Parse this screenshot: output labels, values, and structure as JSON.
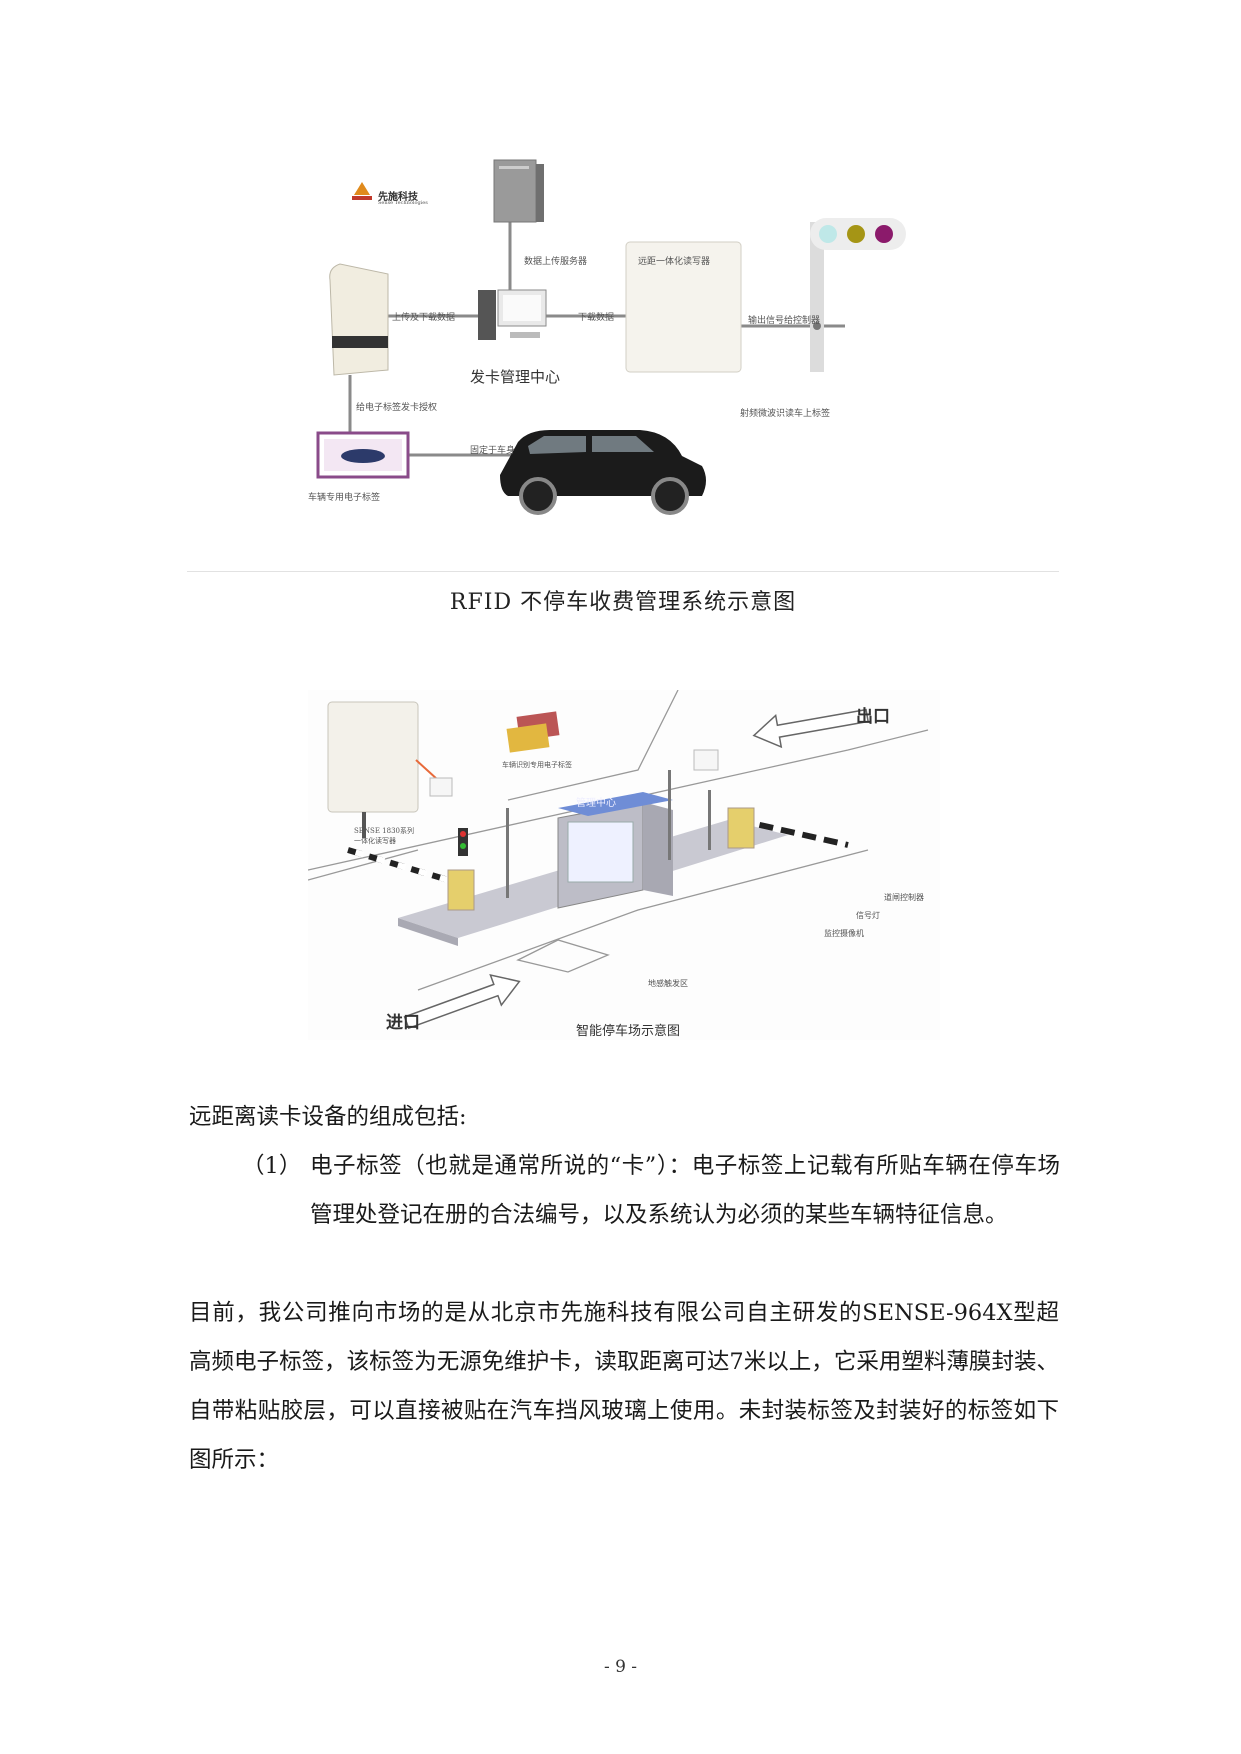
{
  "figure1": {
    "logo_cn": "先施科技",
    "logo_en": "Sense Technologies",
    "label_server": "数据上传服务器",
    "label_reader": "远距一体化读写器",
    "label_upload": "上传及下载数据",
    "label_download": "下载数据",
    "label_signal": "输出信号给控制器",
    "label_center": "发卡管理中心",
    "label_issue": "给电子标签发卡授权",
    "label_rf": "射频微波识读车上标签",
    "label_fixed": "固定于车身",
    "label_tag": "车辆专用电子标签",
    "caption": "RFID 不停车收费管理系统示意图"
  },
  "figure2": {
    "label_exit": "出口",
    "label_entry": "进口",
    "label_cards": "车辆识别专用电子标签",
    "label_reader_model": "SENSE 1830系列",
    "label_reader_type": "一体化读写器",
    "label_booth": "管理中心",
    "label_gate": "道闸控制器",
    "label_light": "信号灯",
    "label_camera": "监控摄像机",
    "label_loop": "地感触发区",
    "caption": "智能停车场示意图"
  },
  "text": {
    "intro": "远距离读卡设备的组成包括:",
    "item1_num": "（1）",
    "item1_text": "电子标签（也就是通常所说的“卡”）：电子标签上记载有所贴车辆在停车场管理处登记在册的合法编号，以及系统认为必须的某些车辆特征信息。",
    "para_main": "目前，我公司推向市场的是从北京市先施科技有限公司自主研发的SENSE-964X型超高频电子标签，该标签为无源免维护卡，读取距离可达7米以上，它采用塑料薄膜封装、自带粘贴胶层，可以直接被贴在汽车挡风玻璃上使用。未封装标签及封装好的标签如下图所示："
  },
  "page_number": "- 9 -"
}
